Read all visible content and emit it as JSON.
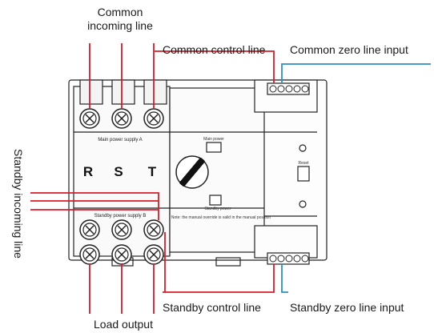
{
  "labels": {
    "common_incoming_line": [
      "Common",
      "incoming line"
    ],
    "common_control_line": "Common control line",
    "common_zero_line_input": "Common zero line input",
    "standby_incoming_line": "Standby incoming line",
    "standby_control_line": "Standby control line",
    "standby_zero_line_input": "Standby zero line input",
    "load_output": "Load output"
  },
  "panel": {
    "main_power_supply": "Main power supply A",
    "standby_power_supply": "Standby power supply B",
    "phases": [
      "R",
      "S",
      "T"
    ],
    "reset_label": "Reset",
    "main_power_small": "Main power",
    "standby_power_small": "Standby power",
    "note": "Note: the manual override is valid in the manual position"
  },
  "colors": {
    "red_wire": "#d81c2a",
    "blue_wire": "#2f8fc4",
    "device_line": "#222222"
  }
}
